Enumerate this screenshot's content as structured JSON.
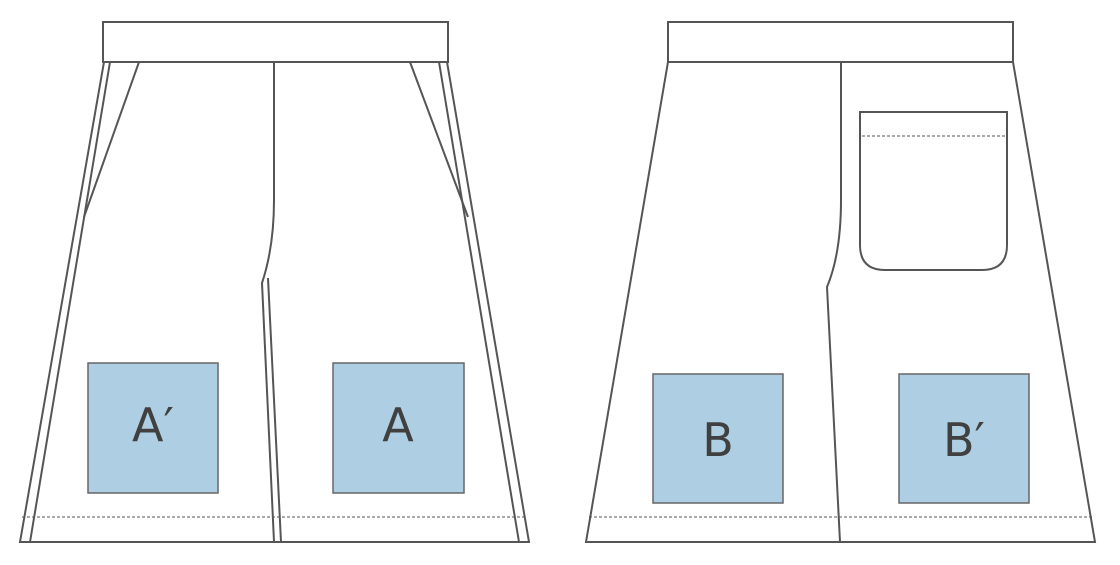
{
  "colors": {
    "stroke": "#555555",
    "label_fill": "#aecfe3",
    "label_text": "#404040",
    "background": "#ffffff"
  },
  "front_view": {
    "labels": {
      "left": "A′",
      "right": "A"
    }
  },
  "back_view": {
    "labels": {
      "left": "B",
      "right": "B′"
    }
  }
}
